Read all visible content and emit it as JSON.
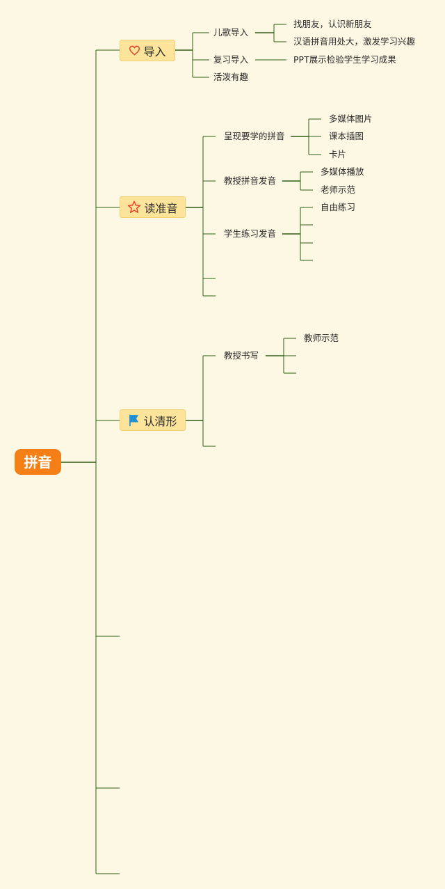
{
  "root": {
    "label": "拼音"
  },
  "branches": [
    {
      "label": "导入",
      "icon": "heart-icon",
      "children": [
        {
          "label": "儿歌导入",
          "children": [
            "找朋友，认识新朋友",
            "汉语拼音用处大，激发学习兴趣"
          ]
        },
        {
          "label": "复习导入",
          "children": [
            "PPT展示检验学生学习成果"
          ]
        },
        {
          "label": "活泼有趣",
          "children": []
        }
      ]
    },
    {
      "label": "读准音",
      "icon": "star-icon",
      "children": [
        {
          "label": "呈现要学的拼音",
          "children": [
            "多媒体图片",
            "课本插图",
            "卡片"
          ]
        },
        {
          "label": "教授拼音发音",
          "children": [
            "多媒体播放",
            "老师示范"
          ]
        },
        {
          "label": "学生练习发音",
          "children": [
            "自由练习",
            "",
            "",
            ""
          ]
        },
        {
          "label": "",
          "children": []
        },
        {
          "label": "",
          "children": []
        }
      ]
    },
    {
      "label": "认清形",
      "icon": "flag-icon",
      "children": [
        {
          "label": "教授书写",
          "children": [
            "教师示范",
            "",
            ""
          ]
        },
        {
          "label": "",
          "children": []
        }
      ]
    },
    {
      "label": "",
      "children": []
    },
    {
      "label": "",
      "children": []
    },
    {
      "label": "",
      "children": []
    }
  ],
  "colors": {
    "line": "#2e5e14",
    "root_fill": "#f57f17",
    "branch_fill": "#fde49b",
    "heart": "#e8402a",
    "star": "#e8402a",
    "flag": "#1f8fd6"
  }
}
